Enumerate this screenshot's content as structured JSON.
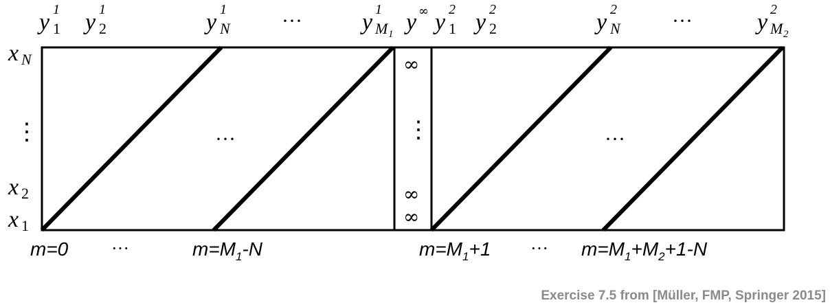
{
  "top_labels": {
    "y1": {
      "base": "y",
      "sub": "1",
      "sup": "1"
    },
    "y2": {
      "base": "y",
      "sub": "2",
      "sup": "1"
    },
    "yN": {
      "base": "y",
      "sub": "N",
      "sup": "1"
    },
    "dots": "···",
    "yM1": {
      "base": "y",
      "sub": "M",
      "subsub": "1",
      "sup": "1"
    },
    "yinf": {
      "base": "y",
      "sup": "∞"
    },
    "y1b": {
      "base": "y",
      "sub": "1",
      "sup": "2"
    },
    "y2b": {
      "base": "y",
      "sub": "2",
      "sup": "2"
    },
    "yNb": {
      "base": "y",
      "sub": "N",
      "sup": "2"
    },
    "dots2": "···",
    "yM2": {
      "base": "y",
      "sub": "M",
      "subsub": "2",
      "sup": "2"
    }
  },
  "left_labels": {
    "xN": {
      "base": "x",
      "sub": "N"
    },
    "vdots": "⋮",
    "x2": {
      "base": "x",
      "sub": "2"
    },
    "x1": {
      "base": "x",
      "sub": "1"
    }
  },
  "middle": {
    "dots_left": "···",
    "dots_right": "···",
    "inf_top": "∞",
    "inf_vdots": "⋮",
    "inf_mid": "∞",
    "inf_bottom": "∞"
  },
  "bottom_labels": {
    "m0": "m=0",
    "dots1": "···",
    "mM1N_pre": "m=M",
    "mM1N_sub": "1",
    "mM1N_post": "-N",
    "mM1p1_pre": "m=M",
    "mM1p1_sub": "1",
    "mM1p1_post": "+1",
    "dots2": "···",
    "mlast_pre": "m=M",
    "mlast_sub1": "1",
    "mlast_mid": "+M",
    "mlast_sub2": "2",
    "mlast_post": "+1-N"
  },
  "credit": "Exercise 7.5 from [Müller, FMP, Springer 2015]"
}
